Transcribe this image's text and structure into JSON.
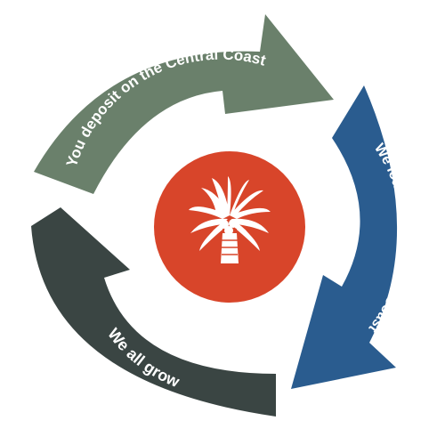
{
  "cycle": {
    "steps": [
      {
        "label": "You deposit on the Central Coast",
        "color": "#6a806b"
      },
      {
        "label": "We loan to the Central Coast",
        "color": "#2a5c8f"
      },
      {
        "label": "We all grow",
        "color": "#3a4543"
      }
    ]
  },
  "center": {
    "icon": "palm-tree-icon",
    "circle_color": "#d8452a",
    "icon_color": "#ffffff"
  }
}
